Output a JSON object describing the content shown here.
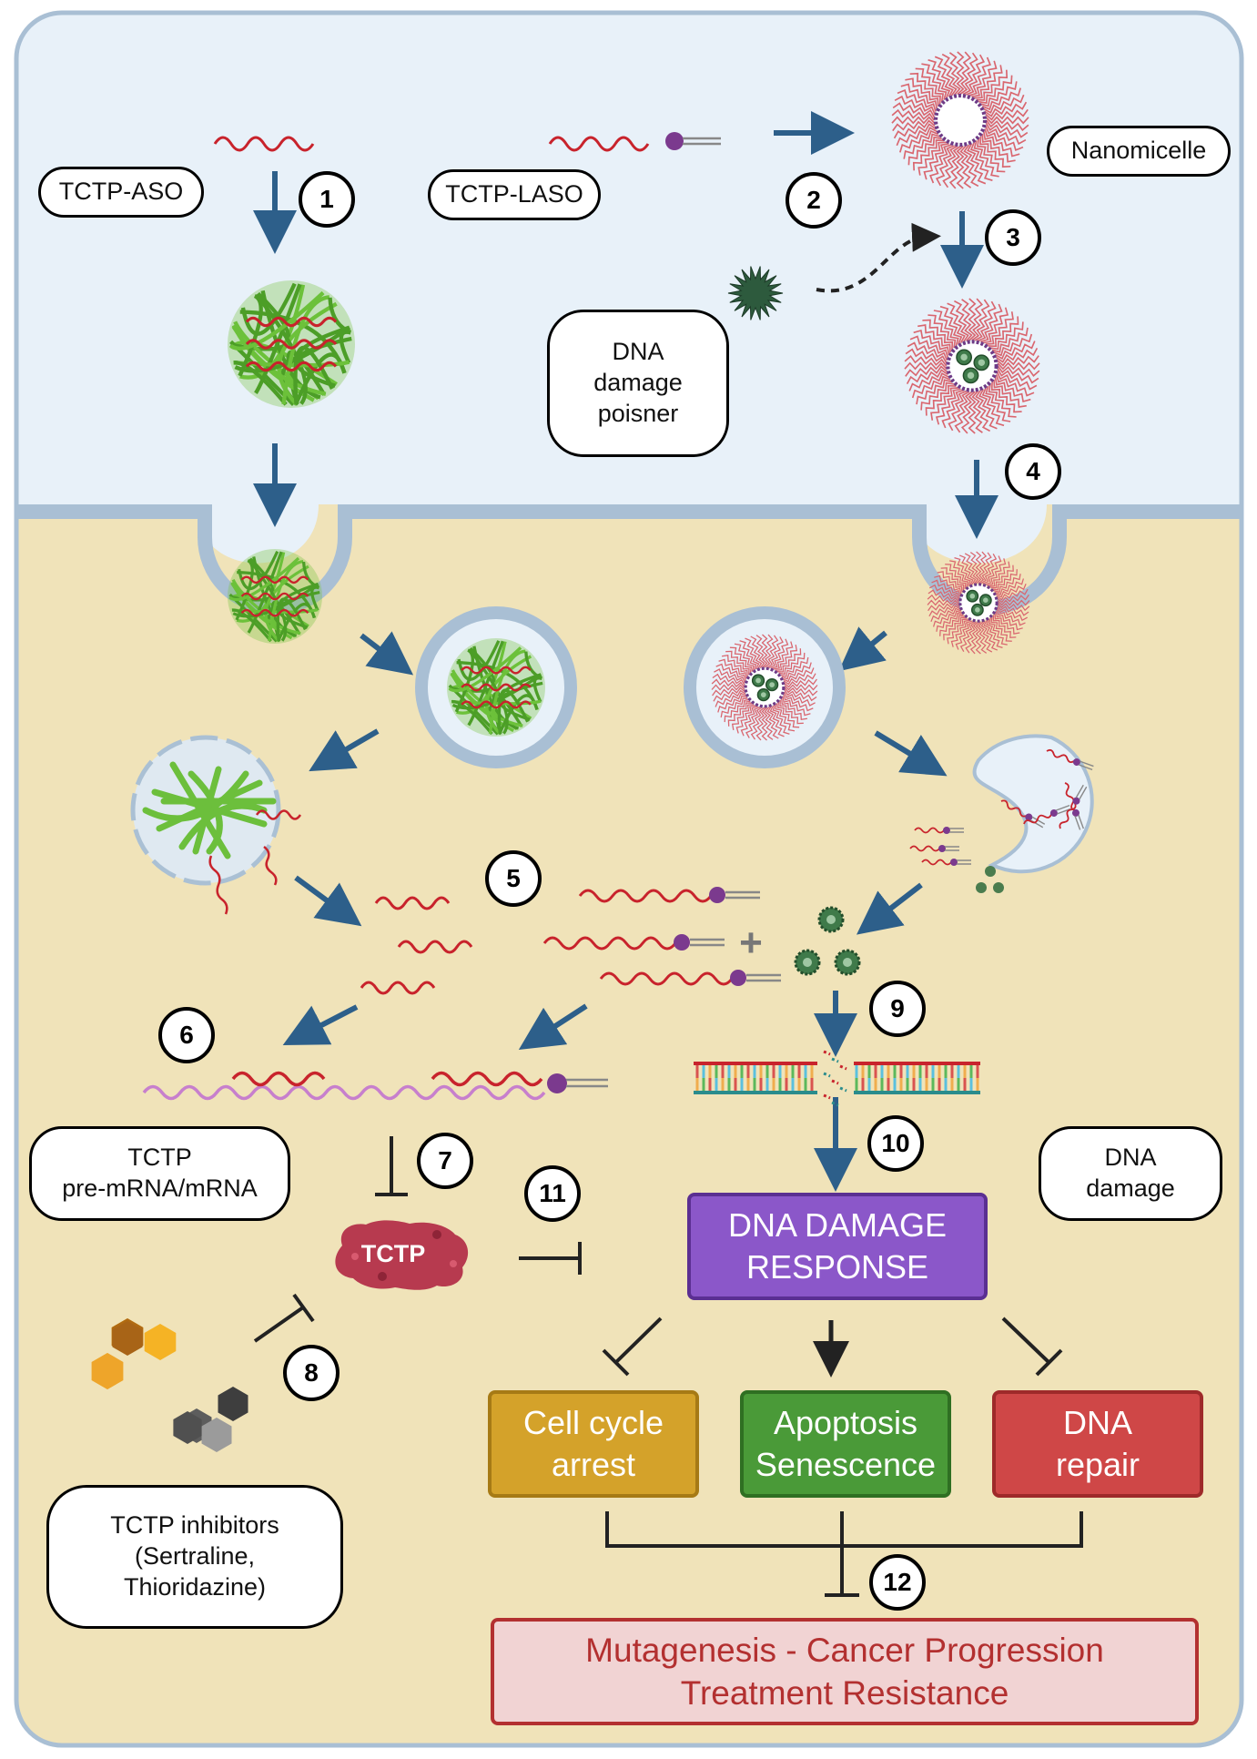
{
  "labels": {
    "tctp_aso": "TCTP-ASO",
    "tctp_laso": "TCTP-LASO",
    "nanomicelle": "Nanomicelle",
    "dna_damage_poisoner": "DNA\ndamage\npoisner",
    "tctp_mrna": "TCTP\npre-mRNA/mRNA",
    "dna_damage": "DNA\ndamage",
    "tctp_inhibitors": "TCTP inhibitors\n(Sertraline,\nThioridazine)",
    "tctp_protein": "TCTP",
    "plus": "+"
  },
  "steps": [
    "1",
    "2",
    "3",
    "4",
    "5",
    "6",
    "7",
    "8",
    "9",
    "10",
    "11",
    "12"
  ],
  "boxes": {
    "ddr": "DNA DAMAGE\nRESPONSE",
    "cell_cycle": "Cell cycle\narrest",
    "apoptosis": "Apoptosis\nSenescence",
    "dna_repair": "DNA\nrepair",
    "outcome": "Mutagenesis - Cancer Progression\nTreatment Resistance"
  },
  "colors": {
    "extracellular": "#e8f1f9",
    "cytoplasm": "#f0e3b9",
    "membrane": "#a9bfd4",
    "arrow": "#2d5f8a",
    "aso_red": "#c8232c",
    "polyplex_green": "#5aab2f",
    "ddr_purple": "#8b57c9",
    "cell_cycle_gold": "#d4a22a",
    "apoptosis_green": "#4a9a38",
    "repair_red": "#cf4747",
    "outcome_pink": "#f1d3d3",
    "outcome_text": "#b33030",
    "tctp_red": "#b73a4f",
    "lipid_purple": "#7b3a8e"
  }
}
